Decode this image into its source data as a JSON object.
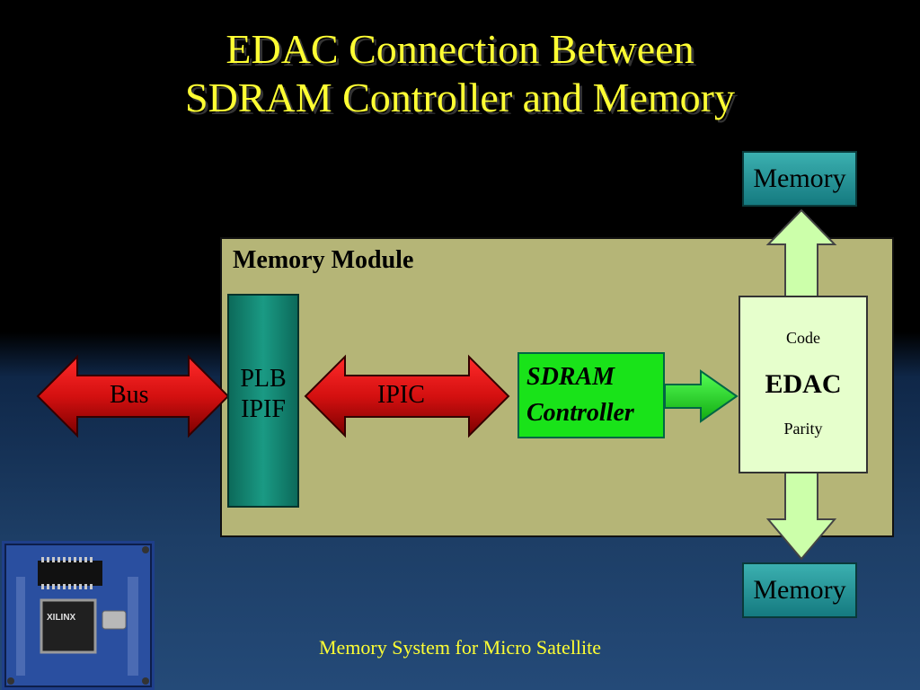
{
  "title": {
    "line1": "EDAC Connection Between",
    "line2": "SDRAM Controller and Memory"
  },
  "module": {
    "label": "Memory Module"
  },
  "blocks": {
    "memory_top": "Memory",
    "memory_bottom": "Memory",
    "plb_line1": "PLB",
    "plb_line2": "IPIF",
    "sdram_line1": "SDRAM",
    "sdram_line2": "Controller",
    "edac_code": "Code",
    "edac_label": "EDAC",
    "edac_parity": "Parity"
  },
  "arrows": {
    "bus": "Bus",
    "ipic": "IPIC"
  },
  "board_chip_text": "XILINX",
  "footer": "Memory System for Micro Satellite",
  "colors": {
    "title": "#ffff33",
    "module_bg": "#b5b577",
    "memory": "#1d9a9f",
    "plb": "#138a76",
    "sdram": "#19e319",
    "edac": "#e6ffcc",
    "red_arrow": "#d41010",
    "green_arrow": "#22dd22",
    "vertical_arrow": "#ccffaa"
  }
}
